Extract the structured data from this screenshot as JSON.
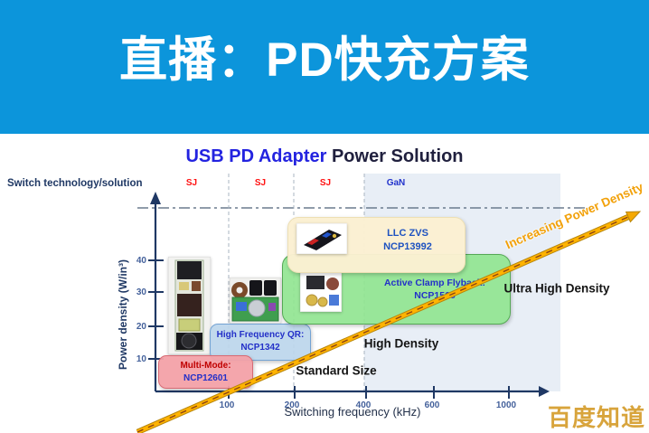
{
  "header": {
    "title": "直播：PD快充方案"
  },
  "chart": {
    "title_primary": "USB PD Adapter",
    "title_secondary": " Power Solution",
    "top_left_label": "Switch technology/solution"
  },
  "chart_data": {
    "type": "scatter",
    "title": "USB PD Adapter Power Solution",
    "xlabel": "Switching frequency (kHz)",
    "ylabel": "Power density (W/in³)",
    "x_ticks": [
      "100",
      "200",
      "400",
      "600",
      "1000"
    ],
    "y_ticks": [
      "40",
      "30",
      "20",
      "10"
    ],
    "x_scale_note": "compressed pseudo-log frequency axis",
    "ylim": [
      0,
      56
    ],
    "ceiling_density_approx": 56,
    "technology_columns": [
      {
        "label": "SJ",
        "color": "#FF1111"
      },
      {
        "label": "SJ",
        "color": "#FF1111"
      },
      {
        "label": "SJ",
        "color": "#FF1111"
      },
      {
        "label": "GaN",
        "color": "#2233CC"
      }
    ],
    "solutions": [
      {
        "name": "Multi-Mode:",
        "part": "NCP12601",
        "freq_range_khz": [
          40,
          130
        ],
        "power_density_w_in3": [
          0,
          10
        ],
        "fill": "#F3A1A8"
      },
      {
        "name": "High Frequency QR:",
        "part": "NCP1342",
        "freq_range_khz": [
          80,
          230
        ],
        "power_density_w_in3": [
          10,
          20
        ],
        "fill": "#BCD6EC"
      },
      {
        "name": "Active Clamp Flyback:",
        "part": "NCP1568",
        "freq_range_khz": [
          170,
          1000
        ],
        "power_density_w_in3": [
          20,
          42
        ],
        "fill": "#8FE48F"
      },
      {
        "name": "LLC ZVS",
        "part": "NCP13992",
        "freq_range_khz": [
          180,
          700
        ],
        "power_density_w_in3": [
          33,
          53
        ],
        "fill": "#FBF0D2"
      }
    ],
    "density_labels": [
      "Standard Size",
      "High Density",
      "Ultra High Density"
    ],
    "annotation": "Increasing Power Density",
    "legend_position": "none",
    "grid": "dashed vertical separators at 100 / 200 / 400 kHz, dash-dot ceiling line at top"
  },
  "watermark": "百度知道",
  "colors": {
    "header_bg": "#0C95DB",
    "title_blue": "#2323E0",
    "title_dark": "#20203E",
    "axis": "#1F3864",
    "gan_region_bg": "#E8EEF6",
    "arrow_orange": "#F5A800",
    "annotation_orange": "#F2A10A",
    "watermark_gold": "#D8A43C",
    "multimode_name_red": "#C00000",
    "part_number_blue": "#2330C8"
  }
}
